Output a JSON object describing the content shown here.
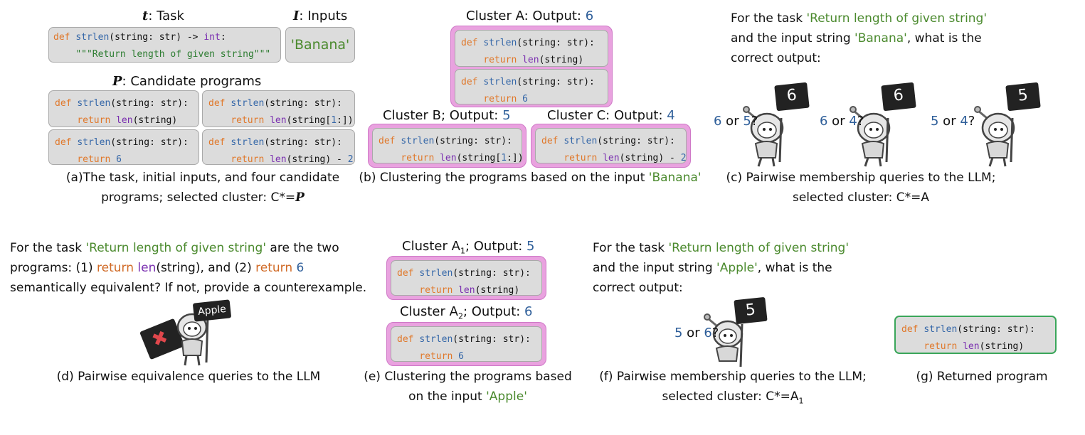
{
  "panel_a": {
    "task_sym": "t",
    "task_title": ": Task",
    "inputs_sym": "I",
    "inputs_title": ": Inputs",
    "task_code_kw": "def",
    "task_code_fn": "strlen",
    "task_code_sig": "(string: str) -> ",
    "task_code_type": "int",
    "task_code_colon": ":",
    "task_code_doc": "\"\"\"Return length of given string\"\"\"",
    "input_value": "'Banana'",
    "programs_sym": "P",
    "programs_title": ": Candidate programs",
    "caption_line1": "(a)The task, initial inputs, and four candidate",
    "caption_line2": "programs; selected cluster: C*=",
    "caption_sym": "P"
  },
  "code": {
    "def": "def",
    "fn": "strlen",
    "sig": "(string: str):",
    "ret": "return",
    "len": "len",
    "arg": "(string)",
    "arg_slice_a": "(string[",
    "arg_slice_n": "1",
    "arg_slice_b": ":])",
    "minus": " - ",
    "two": "2",
    "six": "6"
  },
  "panel_b": {
    "cluster_a_label": "Cluster A: Output: ",
    "cluster_a_value": "6",
    "cluster_b_label": "Cluster B; Output: ",
    "cluster_b_value": "5",
    "cluster_c_label": "Cluster C: Output: ",
    "cluster_c_value": "4",
    "caption_text": "(b) Clustering the programs based on the input ",
    "caption_input": "'Banana'"
  },
  "panel_c": {
    "q1": "For the task ",
    "q_task": "'Return length of given string'",
    "q2": "and the input string ",
    "q_input": "'Banana'",
    "q3": ", what is the",
    "q4": "correct output:",
    "robots": [
      {
        "sign": "6",
        "a": "6",
        "or": " or ",
        "b": "5",
        "q": "?"
      },
      {
        "sign": "6",
        "a": "6",
        "or": " or ",
        "b": "4",
        "q": "?"
      },
      {
        "sign": "5",
        "a": "5",
        "or": " or ",
        "b": "4",
        "q": "?"
      }
    ],
    "caption_line1": "(c) Pairwise membership queries to the LLM;",
    "caption_line2": "selected cluster: C*=A"
  },
  "panel_d": {
    "p1": "For the task ",
    "p_task": "'Return length of given string'",
    "p2": " are the two",
    "p3": "programs: (1) ",
    "p_ret1": "return",
    "p_len": " len",
    "p4": "(string), and (2) ",
    "p_ret2": "return",
    "p_six": " 6",
    "p5": "semantically equivalent? If not, provide a counterexample.",
    "sign": "Apple",
    "x_mark": "✖",
    "caption": "(d) Pairwise equivalence queries to the LLM"
  },
  "panel_e": {
    "a1_label": "Cluster A",
    "a1_sub": "1",
    "a1_rest": "; Output: ",
    "a1_value": "5",
    "a2_label": "Cluster A",
    "a2_sub": "2",
    "a2_rest": "; Output: ",
    "a2_value": "6",
    "caption_line1": "(e) Clustering the programs based",
    "caption_line2": "on the input ",
    "caption_input": "'Apple'"
  },
  "panel_f": {
    "q1": "For the task ",
    "q_task": "'Return length of given string'",
    "q2": "and the input string ",
    "q_input": "'Apple'",
    "q3": ", what is the",
    "q4": "correct output:",
    "sign": "5",
    "a": "5",
    "or": " or ",
    "b": "6",
    "q": "?",
    "caption_line1": "(f) Pairwise membership queries to the LLM;",
    "caption_line2": "selected cluster: C*=A",
    "caption_sub": "1"
  },
  "panel_g": {
    "caption": "(g) Returned program"
  },
  "colors": {
    "keyword": "#e0782a",
    "function": "#3567a8",
    "builtin": "#7a2fb0",
    "string": "#2e7d32",
    "cluster_fill": "#e9a2df",
    "returned_border": "#3aa65a"
  }
}
